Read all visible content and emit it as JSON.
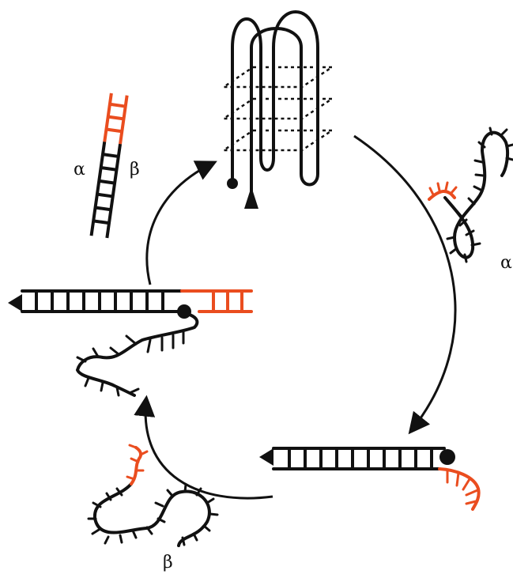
{
  "labels": {
    "alpha_top": "α",
    "beta_top": "β",
    "alpha_right": "α",
    "beta_bottom": "β"
  },
  "colors": {
    "strand": "#111111",
    "highlight": "#ea4d1f",
    "background": "#ffffff"
  }
}
